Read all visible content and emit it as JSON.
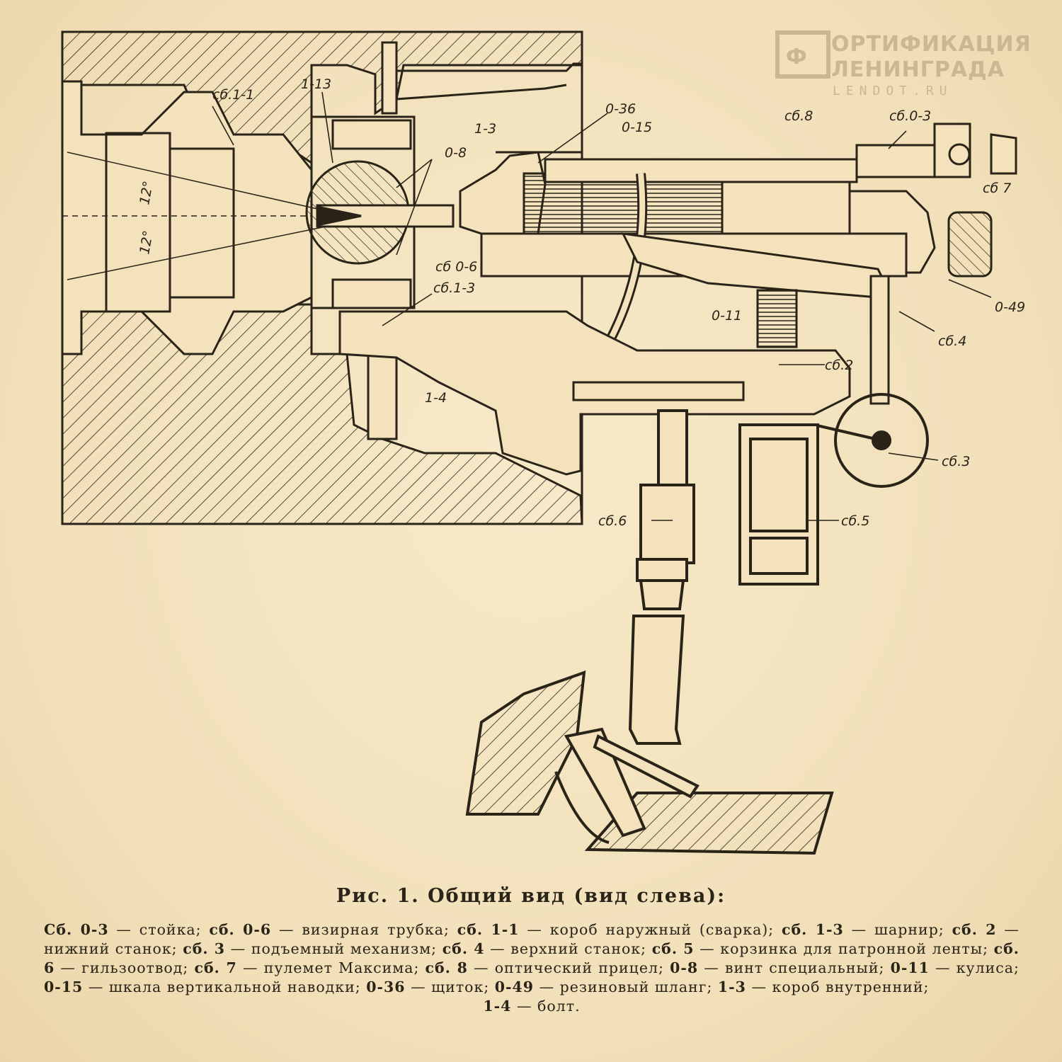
{
  "watermark": {
    "logo_letters": "Ф",
    "line1": "ОРТИФИКАЦИЯ",
    "line2": "ЛЕНИНГРАДА",
    "url": "LENDOT.RU"
  },
  "diagram_labels": {
    "sb1_1": "сб.1-1",
    "p1_13": "1-13",
    "p1_3": "1-3",
    "p0_36": "0-36",
    "p0_15": "0-15",
    "sb8_top": "сб.8",
    "sb0_3": "сб.0-3",
    "sb7": "сб 7",
    "p0_8": "0-8",
    "angle_up": "12°",
    "angle_down": "12°",
    "sb0_6": "сб 0-6",
    "sb1_3": "сб.1-3",
    "p0_11": "0-11",
    "p0_49": "0-49",
    "sb4": "сб.4",
    "sb2": "сб.2",
    "p1_4": "1-4",
    "sb3": "сб.3",
    "sb6": "сб.6",
    "sb5": "сб.5"
  },
  "caption": {
    "title": "Рис. 1. Общий вид (вид слева):",
    "items": [
      {
        "code": "Сб. 0-3",
        "text": "стойка"
      },
      {
        "code": "сб. 0-6",
        "text": "визирная трубка"
      },
      {
        "code": "сб. 1-1",
        "text": "короб наружный (сварка)"
      },
      {
        "code": "сб. 1-3",
        "text": "шарнир"
      },
      {
        "code": "сб. 2",
        "text": "нижний станок"
      },
      {
        "code": "сб. 3",
        "text": "подъемный механизм"
      },
      {
        "code": "сб. 4",
        "text": "верхний станок"
      },
      {
        "code": "сб. 5",
        "text": "корзинка для патронной ленты"
      },
      {
        "code": "сб. 6",
        "text": "гильзоотвод"
      },
      {
        "code": "сб. 7",
        "text": "пулемет Максима"
      },
      {
        "code": "сб. 8",
        "text": "оптический прицел"
      },
      {
        "code": "0-8",
        "text": "винт специальный"
      },
      {
        "code": "0-11",
        "text": "кулиса"
      },
      {
        "code": "0-15",
        "text": "шкала вертикальной наводки"
      },
      {
        "code": "0-36",
        "text": "щиток"
      },
      {
        "code": "0-49",
        "text": "резиновый шланг"
      },
      {
        "code": "1-3",
        "text": "короб внутренний"
      },
      {
        "code": "1-4",
        "text": "болт"
      }
    ]
  }
}
